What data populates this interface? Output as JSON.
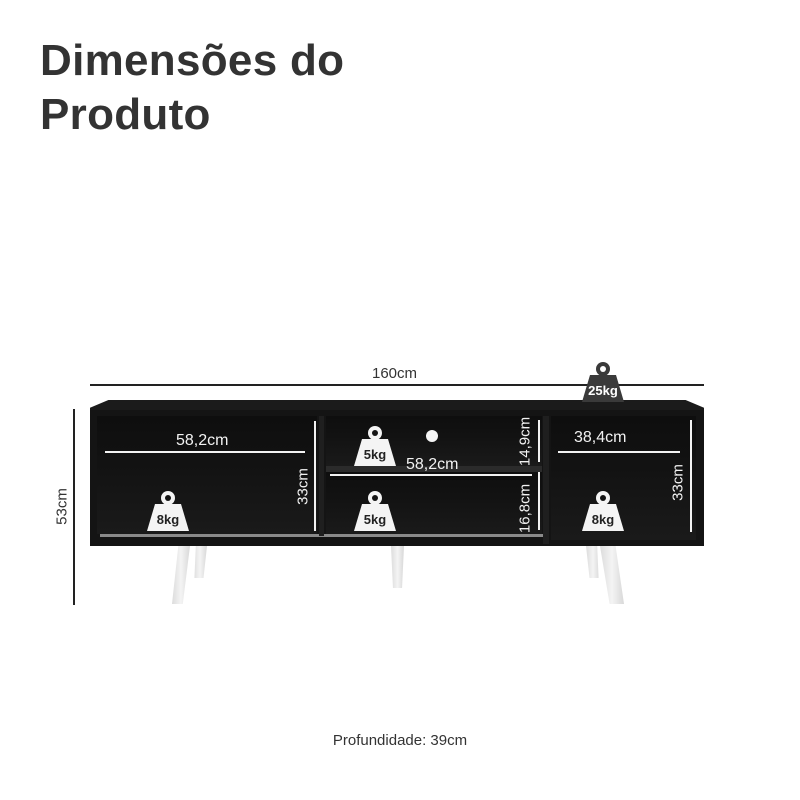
{
  "title": {
    "line1": "Dimensões do",
    "line2": "Produto"
  },
  "dimensions": {
    "total_width": "160cm",
    "total_height": "53cm",
    "depth": "Profundidade: 39cm"
  },
  "top_weight": {
    "label": "25kg",
    "icon": "weight-icon"
  },
  "compartments": {
    "left": {
      "width": "58,2cm",
      "height": "33cm",
      "weight": "8kg"
    },
    "center": {
      "width": "58,2cm",
      "upper_height": "14,9cm",
      "lower_height": "16,8cm",
      "upper_weight": "5kg",
      "lower_weight": "5kg"
    },
    "right": {
      "width": "38,4cm",
      "height": "33cm",
      "weight": "8kg"
    }
  },
  "colors": {
    "furniture": "#141414",
    "legs": "#eeeeee",
    "text": "#333333",
    "annotation": "#f2f2f2"
  }
}
